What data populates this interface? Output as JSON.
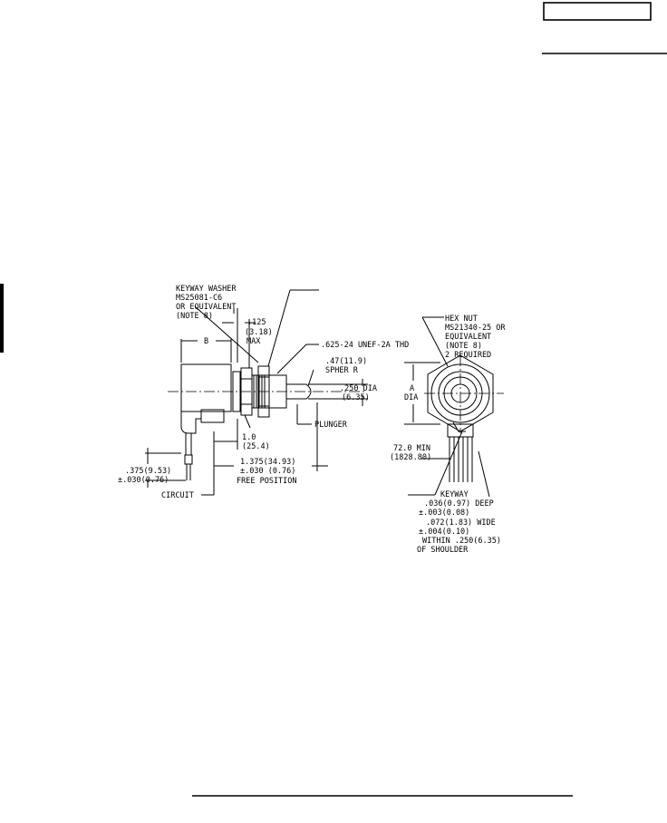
{
  "header": {
    "box_text": ""
  },
  "labels": {
    "keyway_washer": [
      "KEYWAY WASHER",
      "MS25081-C6",
      "OR EQUIVALENT",
      "(NOTE 8)"
    ],
    "dim_125": [
      ".125",
      "(3.18)",
      "MAX"
    ],
    "b_label": "B",
    "thread": ".625-24 UNEF-2A THD",
    "spher": [
      ".47(11.9)",
      "SPHER R"
    ],
    "dia_250": [
      ".250 DIA",
      "(6.35)"
    ],
    "plunger": "PLUNGER",
    "dim_1_0": [
      "1.0",
      "(25.4)"
    ],
    "dim_1375": [
      "1.375(34.93)",
      "±.030 (0.76)",
      "FREE POSITION"
    ],
    "dim_375": [
      ".375(9.53)",
      "±.030(0.76)"
    ],
    "circuit": "CIRCUIT",
    "hex_nut": [
      "HEX NUT",
      "MS21340-25 OR",
      "EQUIVALENT",
      "(NOTE 8)",
      "2 REQUIRED"
    ],
    "a_dia": [
      "A",
      "DIA"
    ],
    "min_72": [
      "72.0 MIN",
      "(1828.80)"
    ],
    "keyway": [
      "KEYWAY",
      ".036(0.97)  DEEP",
      "±.003(0.08)",
      ".072(1.83)  WIDE",
      "±.004(0.10)",
      "WITHIN .250(6.35)",
      "OF SHOULDER"
    ]
  }
}
